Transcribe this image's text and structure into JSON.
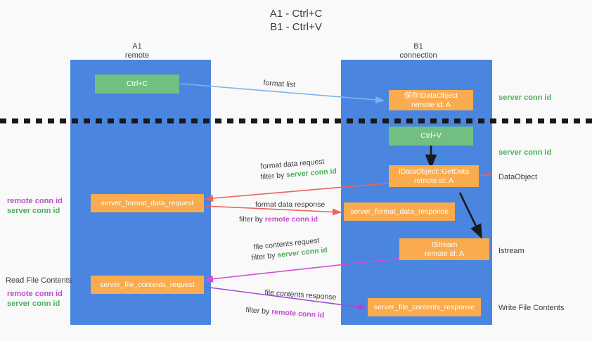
{
  "title": {
    "line1": "A1 - Ctrl+C",
    "line2": "B1 - Ctrl+V"
  },
  "columns": [
    {
      "name": "A1",
      "sub": "remote"
    },
    {
      "name": "B1",
      "sub": "connection"
    }
  ],
  "colors": {
    "column_blue": "#4a86e0",
    "green_box": "#72c081",
    "orange_box": "#f9ab4e",
    "server_conn_green": "#4cae5a",
    "remote_conn_magenta": "#c04ccf",
    "blue_arrow": "#7fb3e8",
    "red_arrow": "#e8645c",
    "magenta_arrow": "#d64ad6",
    "purple_arrow": "#a14ad6",
    "black_arrow": "#1a1a1a",
    "background": "#f9f9f9"
  },
  "boxes": {
    "ctrl_c": "Ctrl+C",
    "ctrl_v": "Ctrl+V",
    "save_idataobject_l1": "保存IDataObject",
    "save_idataobject_l2": "remote id: A",
    "getdata_l1": "IDataObject::GetData",
    "getdata_l2": "remote id: A",
    "istream_l1": "IStream",
    "istream_l2": "remote id: A",
    "format_data_request": "server_format_data_request",
    "format_data_response": "server_format_data_response",
    "file_contents_request": "server_file_contents_request",
    "file_contents_response": "server_file_contents_response"
  },
  "right_labels": {
    "server_conn_id_1": "server conn id",
    "server_conn_id_2": "server conn id",
    "dataobject": "DataObject",
    "istream": "Istream",
    "write_file_contents": "Write File Contents"
  },
  "left_labels": {
    "mid_remote": "remote conn id",
    "mid_server": "server conn id",
    "read_file_contents": "Read File Contents",
    "bottom_remote": "remote conn id",
    "bottom_server": "server conn id"
  },
  "arrow_labels": {
    "format_list": "format list",
    "format_data_request_l1": "format data request",
    "format_data_request_filter_prefix": "filter by ",
    "format_data_request_filter_value": "server conn id",
    "format_data_response_l1": "format data response",
    "format_data_response_filter_prefix": "filter by ",
    "format_data_response_filter_value": "remote conn id",
    "file_contents_request_l1": "file contents request",
    "file_contents_request_filter_prefix": "filter by ",
    "file_contents_request_filter_value": "server conn id",
    "file_contents_response_l1": "file contents response",
    "file_contents_response_filter_prefix": "filter by ",
    "file_contents_response_filter_value": "remote conn id"
  }
}
